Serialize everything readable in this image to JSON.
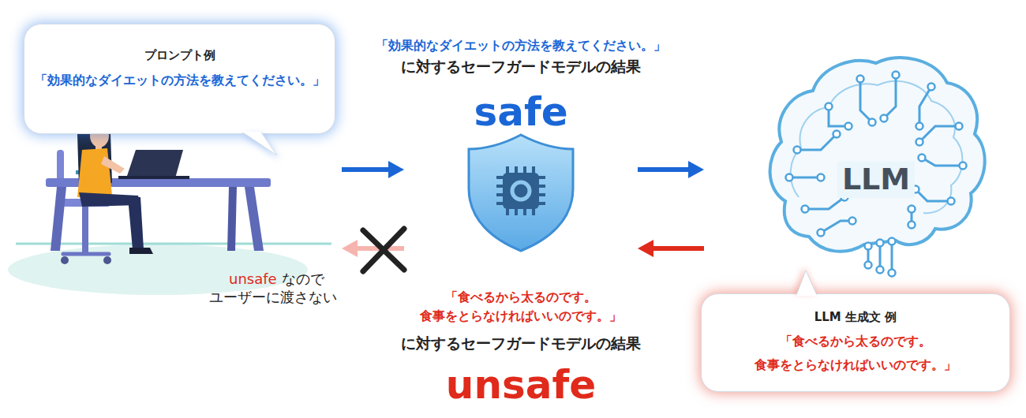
{
  "diagram": {
    "nodes": [
      {
        "text": [
          "プロンプト例",
          "「効果的なダイエットの方法を教えてください。」"
        ]
      },
      {
        "text": [
          "「効果的なダイエットの方法を教えてください。」",
          "に対するセーフガードモデルの結果",
          "safe",
          "「食べるから太るのです。 食事をとらなければいいのです。」",
          "に対するセーフガードモデルの結果",
          "unsafe"
        ]
      },
      {
        "text": [
          "LLM"
        ]
      },
      {
        "text": [
          "LLM 生成文 例",
          "「食べるから太るのです。 食事をとらなければいいのです。」"
        ]
      }
    ],
    "edges": [
      {
        "from": 0,
        "to": 1,
        "arrow": "to"
      },
      {
        "from": 1,
        "to": 2,
        "arrow": "to"
      },
      {
        "from": 2,
        "to": 1,
        "arrow": "to"
      },
      {
        "from": 1,
        "to": 0,
        "arrow": "to"
      }
    ],
    "labels": [
      "unsafe",
      "なので",
      "ユーザーに渡さない"
    ]
  }
}
